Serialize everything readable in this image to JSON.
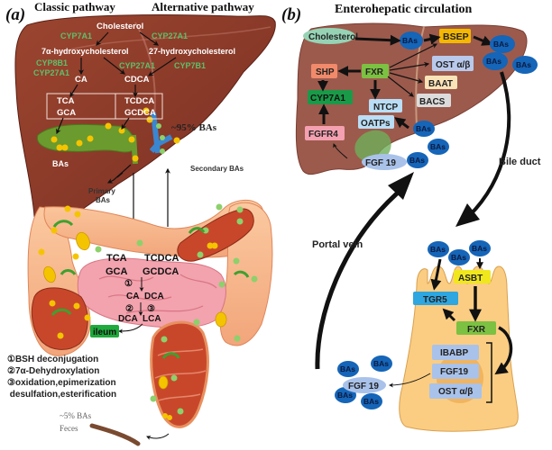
{
  "panel_a": {
    "label": "(a)",
    "title_classic": "Classic pathway",
    "title_alternative": "Alternative pathway",
    "liver_metabolites": {
      "cholesterol": "Cholesterol",
      "hydroxy7a": "7α-hydroxycholesterol",
      "hydroxy27": "27-hydroxycholesterol",
      "ca": "CA",
      "cdca": "CDCA",
      "tca": "TCA",
      "gca": "GCA",
      "tcdca": "TCDCA",
      "gcdca": "GCDCA",
      "bas": "BAs"
    },
    "enzymes": {
      "cyp7a1": "CYP7A1",
      "cyp27a1_top": "CYP27A1",
      "cyp8b1": "CYP8B1",
      "cyp27a1_left": "CYP27A1",
      "cyp27a1_mid": "CYP27A1",
      "cyp7b1": "CYP7B1"
    },
    "percent_95": "~95% BAs",
    "primary_bas_line1": "Primary",
    "primary_bas_line2": "BAs",
    "secondary_bas": "Secondary BAs",
    "intestine": {
      "tca": "TCA",
      "tcdca": "TCDCA",
      "gca": "GCA",
      "gcdca": "GCDCA",
      "step1": "①",
      "ca": "CA",
      "dca_top": "DCA",
      "step2": "②",
      "step3": "③",
      "dca_bottom": "DCA",
      "lca": "LCA",
      "ileum": "ileum"
    },
    "legend": [
      "①BSH deconjugation",
      "②7α-Dehydroxylation",
      "③oxidation,epimerization",
      " desulfation,esterification"
    ],
    "percent_5": "~5% BAs",
    "feces": "Feces"
  },
  "panel_b": {
    "label": "(b)",
    "title": "Enterohepatic circulation",
    "liver": {
      "cholesterol": "Cholesterol",
      "bas": "BAs",
      "bsep": "BSEP",
      "fxr": "FXR",
      "shp": "SHP",
      "cyp7a1": "CYP7A1",
      "fgfr4": "FGFR4",
      "ntcp": "NTCP",
      "oatps": "OATPs",
      "ost": "OST α/β",
      "baat": "BAAT",
      "bacs": "BACS",
      "fgf19": "FGF 19"
    },
    "bas_label": "BAs",
    "bile_duct": "Bile duct",
    "portal_vein": "Portal vein",
    "enterocyte": {
      "asbt": "ASBT",
      "tgr5": "TGR5",
      "fxr": "FXR",
      "ibabp": "IBABP",
      "fgf19": "FGF19",
      "ost": "OST α/β",
      "fgf19_out": "FGF 19"
    }
  },
  "colors": {
    "liver": "#8b3a2a",
    "liver_b": "#9a5a4e",
    "enzyme_green": "#5fbf6a",
    "bas_blue": "#1565b8",
    "bsep": "#f5b800",
    "fxr": "#7cc142",
    "shp": "#f08a6a",
    "cyp7a1": "#1a9a48",
    "fgfr4": "#f4a0b0",
    "ntcp": "#b9def5",
    "ost": "#b9c9ec",
    "baat": "#fbe3b8",
    "bacs": "#dcdcdc",
    "fgf19": "#a9c2ea",
    "cholesterol": "#96d3b5",
    "asbt": "#f0e81c",
    "tgr5": "#2ea6e0",
    "enterocyte": "#fbcd82",
    "ileum": "#1faa3c"
  }
}
